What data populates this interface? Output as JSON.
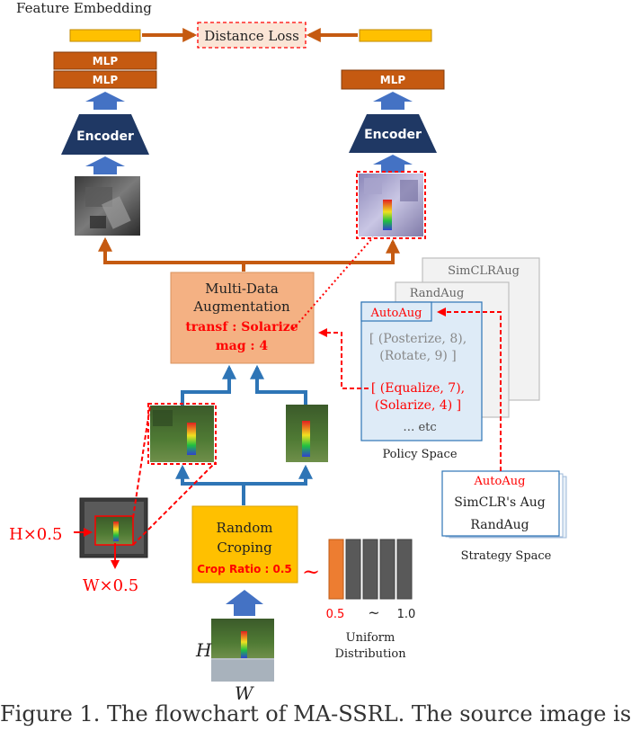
{
  "title": "Feature Embedding",
  "loss": {
    "label": "Distance Loss"
  },
  "left_branch": {
    "mlp_top": "MLP",
    "mlp_bottom": "MLP",
    "encoder": "Encoder"
  },
  "right_branch": {
    "mlp": "MLP",
    "encoder": "Encoder"
  },
  "augmentation": {
    "line1": "Multi-Data",
    "line2": "Augmentation",
    "transf": "transf : Solarize",
    "mag": "mag : 4"
  },
  "policy_space": {
    "simclr_tab": "SimCLRAug",
    "rand_tab": "RandAug",
    "auto_tab": "AutoAug",
    "policy_a_line1": "[ (Posterize, 8),",
    "policy_a_line2": "(Rotate, 9) ]",
    "policy_b_line1": "[ (Equalize, 7),",
    "policy_b_line2": "(Solarize, 4) ]",
    "etc": "… etc",
    "label": "Policy Space"
  },
  "strategy_space": {
    "item1": "AutoAug",
    "item2": "SimCLR's Aug",
    "item3": "RandAug",
    "label": "Strategy Space"
  },
  "cropping": {
    "line1": "Random",
    "line2": "Croping",
    "ratio": "Crop Ratio : 0.5",
    "tilde": "~"
  },
  "distribution": {
    "low": "0.5",
    "tilde": "~",
    "high": "1.0",
    "line1": "Uniform",
    "line2": "Distribution"
  },
  "crop_dims": {
    "h": "H×0.5",
    "w": "W×0.5"
  },
  "source_dims": {
    "h": "H",
    "w": "W"
  },
  "caption": "Figure 1. The flowchart of MA-SSRL. The source image is",
  "colors": {
    "orange_arrow": "#c55a11",
    "blue_arrow": "#2e75b6",
    "encoder": "#1f3864",
    "mlp": "#c55a11",
    "embedding": "#ffc000",
    "augmentation_box": "#f4b183",
    "cropping_box": "#ffc000",
    "red": "#ff0000"
  }
}
